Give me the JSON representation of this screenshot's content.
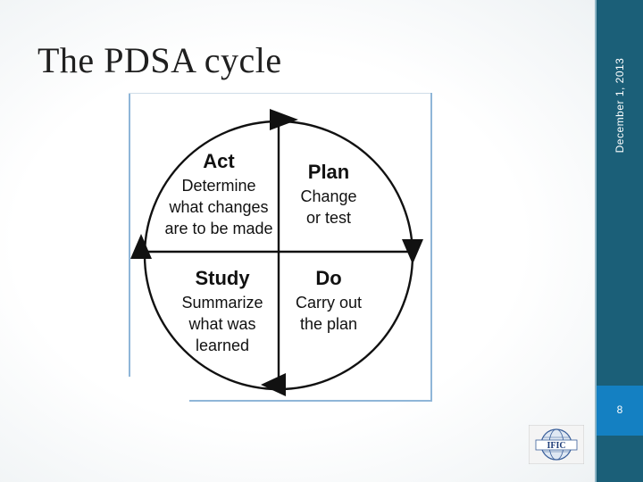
{
  "slide": {
    "title": "The PDSA cycle",
    "date": "December 1, 2013",
    "page_number": "8"
  },
  "cycle": {
    "act": {
      "heading": "Act",
      "lines": [
        "Determine",
        "what changes",
        "are to be made"
      ]
    },
    "plan": {
      "heading": "Plan",
      "lines": [
        "Change",
        "or test"
      ]
    },
    "study": {
      "heading": "Study",
      "lines": [
        "Summarize",
        "what was",
        "learned"
      ]
    },
    "do": {
      "heading": "Do",
      "lines": [
        "Carry out",
        "the plan"
      ]
    }
  },
  "colors": {
    "sidebar": "#1b5f78",
    "page_box": "#1480c2",
    "diagram_ink": "#111111",
    "frame": "#8fb6d8"
  },
  "logo": {
    "icon": "globe-logo-icon",
    "text": "IFIC"
  }
}
